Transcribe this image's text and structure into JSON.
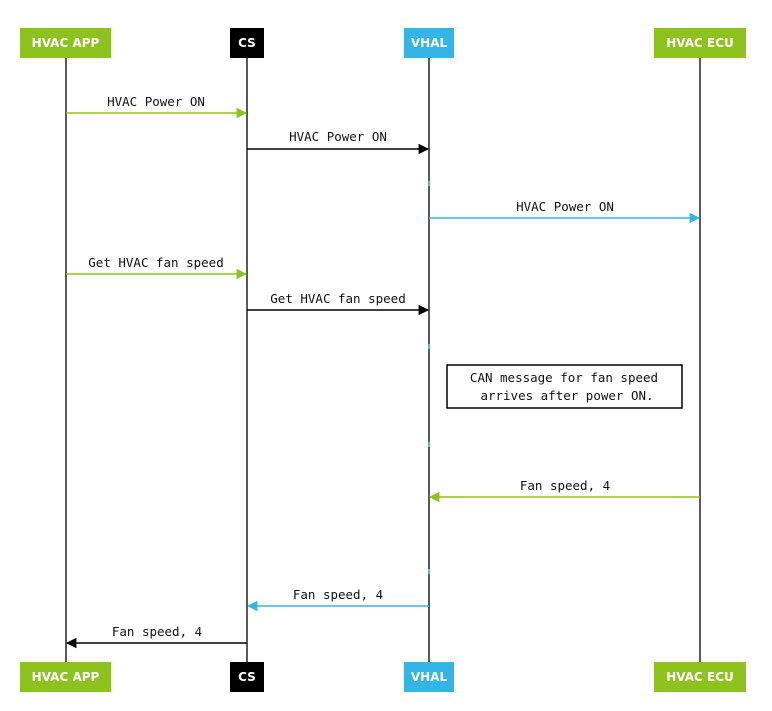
{
  "colors": {
    "hvac_app": "#8dc21f",
    "cs": "#000000",
    "vhal": "#33b5e5",
    "hvac_ecu": "#8dc21f"
  },
  "actors": {
    "hvac_app": "HVAC APP",
    "cs": "CS",
    "vhal": "VHAL",
    "hvac_ecu": "HVAC ECU"
  },
  "messages": [
    {
      "from": "hvac_app",
      "to": "cs",
      "label": "HVAC Power ON",
      "color": "#8dc21f"
    },
    {
      "from": "cs",
      "to": "vhal",
      "label": "HVAC Power ON",
      "color": "#000000"
    },
    {
      "from": "vhal",
      "to": "hvac_ecu",
      "label": "HVAC Power ON",
      "color": "#33b5e5"
    },
    {
      "from": "hvac_app",
      "to": "cs",
      "label": "Get HVAC fan speed",
      "color": "#8dc21f"
    },
    {
      "from": "cs",
      "to": "vhal",
      "label": "Get HVAC fan speed",
      "color": "#000000"
    },
    {
      "from": "hvac_ecu",
      "to": "vhal",
      "label": "Fan speed, 4",
      "color": "#8dc21f"
    },
    {
      "from": "vhal",
      "to": "cs",
      "label": "Fan speed, 4",
      "color": "#33b5e5"
    },
    {
      "from": "cs",
      "to": "hvac_app",
      "label": "Fan speed, 4",
      "color": "#000000"
    }
  ],
  "note": {
    "line1": "CAN message for fan speed",
    "line2": "arrives after power ON."
  }
}
